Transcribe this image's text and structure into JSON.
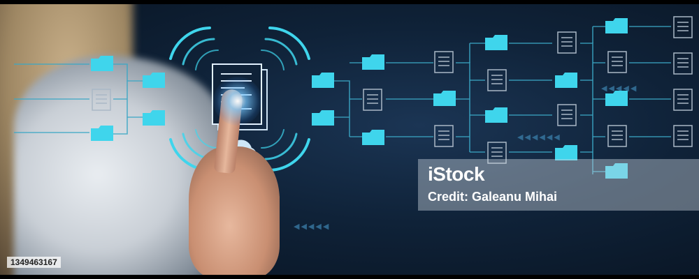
{
  "photo": {
    "subject": "woman touching holographic file structure",
    "accent_color": "#3fd5ec",
    "background_color": "#0f2238",
    "icons": [
      "folder-icon",
      "document-icon",
      "cloud-sync-icon"
    ]
  },
  "watermark": {
    "logo": "iStock",
    "credit": "Credit: Galeanu Mihai"
  },
  "image_id": "1349463167",
  "decor": {
    "arrows_left": "◀◀◀◀◀",
    "arrows_right": "◀◀◀◀◀◀"
  }
}
